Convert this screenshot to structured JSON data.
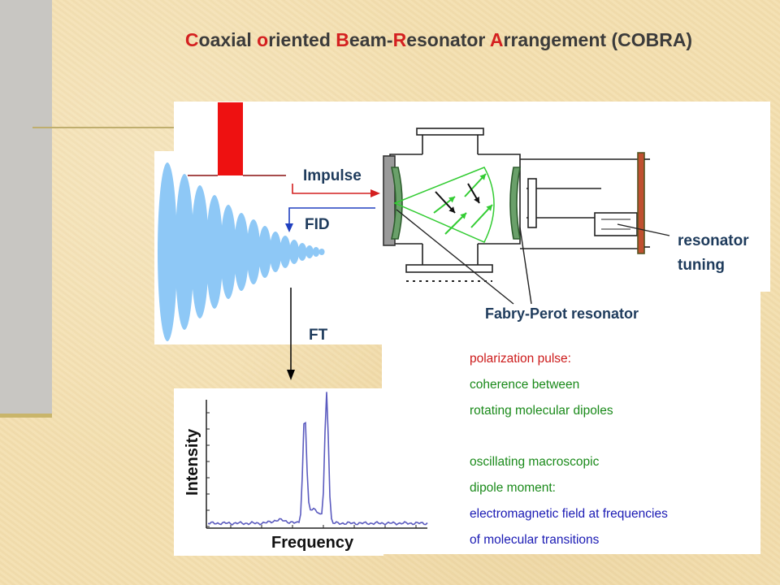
{
  "title": {
    "parts": [
      {
        "text": "C",
        "hl": true
      },
      {
        "text": "oaxial ",
        "hl": false
      },
      {
        "text": "o",
        "hl": true
      },
      {
        "text": "riented ",
        "hl": false
      },
      {
        "text": "B",
        "hl": true
      },
      {
        "text": "eam-",
        "hl": false
      },
      {
        "text": "R",
        "hl": true
      },
      {
        "text": "esonator ",
        "hl": false
      },
      {
        "text": "A",
        "hl": true
      },
      {
        "text": "rrangement (COBRA)",
        "hl": false
      }
    ]
  },
  "labels": {
    "impulse": "Impulse",
    "fid": "FID",
    "ft": "FT",
    "fabry_perot": "Fabry-Perot resonator",
    "resonator_tuning_line1": "resonator",
    "resonator_tuning_line2": "tuning"
  },
  "spectrum": {
    "ylabel": "Intensity",
    "xlabel": "Frequency"
  },
  "notes": [
    {
      "text": "polarization pulse:",
      "color": "#cc1a1a"
    },
    {
      "text": "coherence between",
      "color": "#1a8a1a"
    },
    {
      "text": "rotating molecular dipoles",
      "color": "#1a8a1a"
    },
    {
      "text": "",
      "color": "#1a8a1a"
    },
    {
      "text": "oscillating macroscopic",
      "color": "#1a8a1a"
    },
    {
      "text": "dipole moment:",
      "color": "#1a8a1a"
    },
    {
      "text": "electromagnetic field at frequencies",
      "color": "#1a1ab4"
    },
    {
      "text": "of molecular transitions",
      "color": "#1a1ab4"
    }
  ],
  "colors": {
    "pulse": "#ee1111",
    "fid": "#8ec8f6",
    "arrow_impulse": "#d42020",
    "arrow_fid": "#2040c0",
    "spectrum": "#5b5bbf",
    "cone": "#33cc33"
  }
}
